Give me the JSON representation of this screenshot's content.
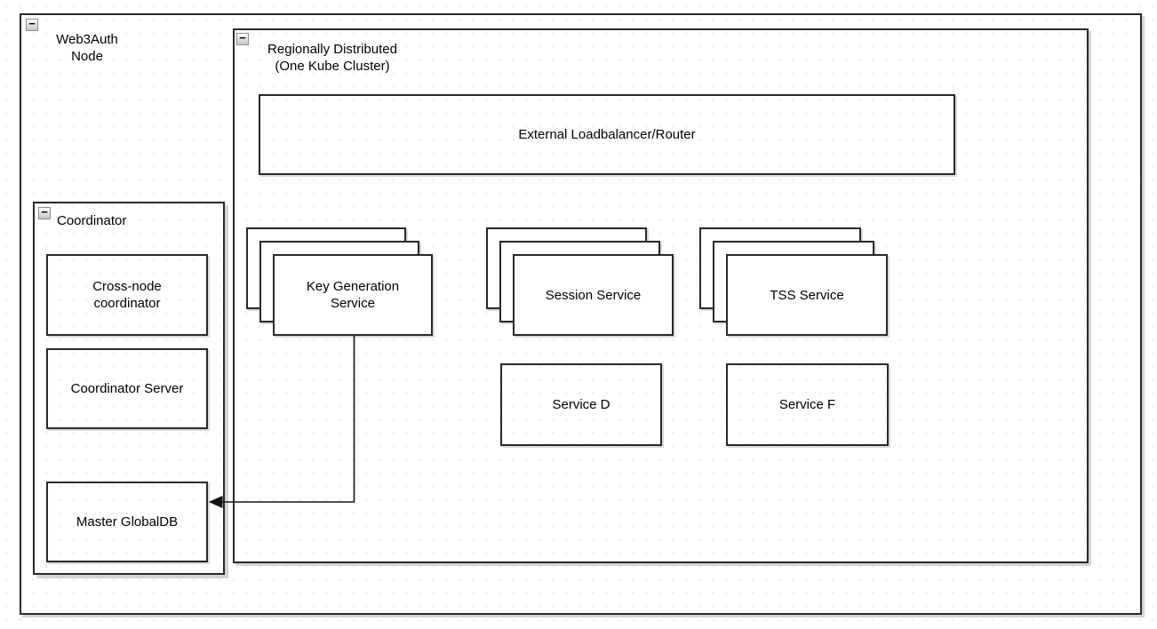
{
  "diagram": {
    "colors": {
      "stroke": "#292929",
      "background": "#ffffff",
      "shape_fill": "#ffffff",
      "shadow": "#a0a0a0"
    },
    "icons": {
      "collapse_glyph": "−",
      "collapse_name": "minus-square-icon",
      "arrowhead": "filled-left-arrowhead"
    },
    "containers": {
      "web3auth_node": {
        "label": "Web3Auth\nNode"
      },
      "regionally_distributed": {
        "label": "Regionally Distributed\n(One Kube Cluster)"
      },
      "coordinator": {
        "label": "Coordinator"
      }
    },
    "nodes": {
      "external_lb": {
        "label": "External Loadbalancer/Router"
      },
      "key_generation": {
        "label": "Key Generation\nService",
        "stack_copies": 3
      },
      "session_service": {
        "label": "Session Service",
        "stack_copies": 3
      },
      "tss_service": {
        "label": "TSS Service",
        "stack_copies": 3
      },
      "service_d": {
        "label": "Service D"
      },
      "service_f": {
        "label": "Service F"
      },
      "cross_node_coordinator": {
        "label": "Cross-node\ncoordinator"
      },
      "coordinator_server": {
        "label": "Coordinator Server"
      },
      "master_globaldb": {
        "label": "Master GlobalDB"
      }
    },
    "edges": [
      {
        "from": "key_generation",
        "to": "master_globaldb",
        "style": "orthogonal",
        "arrowhead": "filled-left-arrowhead"
      }
    ]
  }
}
